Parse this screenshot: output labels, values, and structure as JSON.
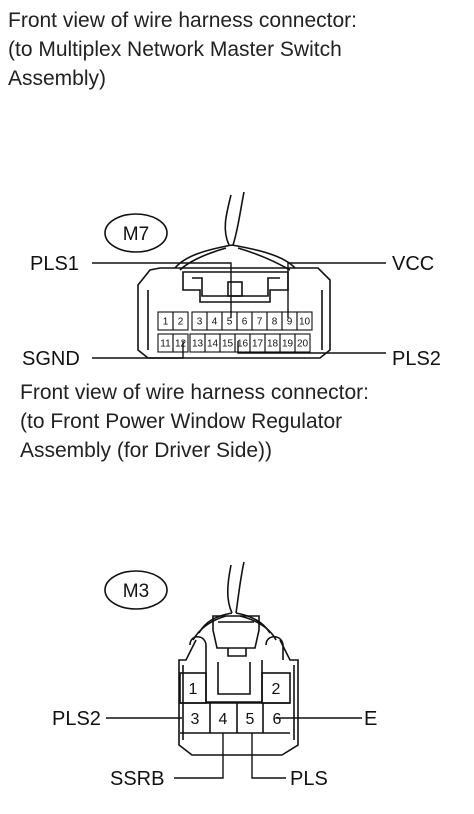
{
  "captions": {
    "m7": [
      "Front view of wire harness connector:",
      "(to Multiplex Network Master Switch",
      "Assembly)"
    ],
    "m3": [
      "Front view of wire harness connector:",
      "(to Front Power Window Regulator",
      "Assembly (for Driver Side))"
    ]
  },
  "m7": {
    "id": "M7",
    "pins_top": [
      "1",
      "2",
      "3",
      "4",
      "5",
      "6",
      "7",
      "8",
      "9",
      "10"
    ],
    "pins_bottom": [
      "11",
      "12",
      "13",
      "14",
      "15",
      "16",
      "17",
      "18",
      "19",
      "20"
    ],
    "labels": {
      "pls1": "PLS1",
      "vcc": "VCC",
      "sgnd": "SGND",
      "pls2": "PLS2"
    }
  },
  "m3": {
    "id": "M3",
    "pins_top": [
      "1",
      "2"
    ],
    "pins_bottom": [
      "3",
      "4",
      "5",
      "6"
    ],
    "labels": {
      "pls2": "PLS2",
      "e": "E",
      "ssrb": "SSRB",
      "pls": "PLS"
    }
  }
}
